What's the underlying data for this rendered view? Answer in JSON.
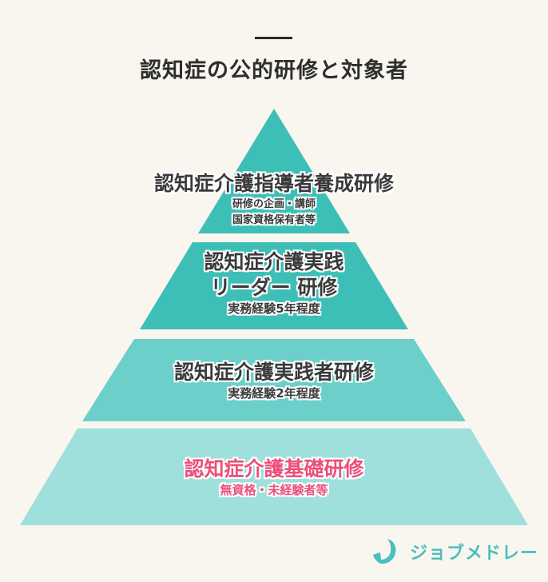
{
  "title": "認知症の公的研修と対象者",
  "colors": {
    "background": "#f9f6f0",
    "tier1": "#3dbfb7",
    "tier2": "#3dbfb7",
    "tier3": "#6ccfca",
    "tier4": "#9fdfdc",
    "text_dark": "#3a3a3a",
    "text_pink": "#ec4f7a",
    "brand": "#4bbfba"
  },
  "tiers": [
    {
      "title_lines": [
        "認知症介護指導者養成研修"
      ],
      "subtitle_lines": [
        "研修の企画・講師",
        "国家資格保有者等"
      ]
    },
    {
      "title_lines": [
        "認知症介護実践",
        "リーダー 研修"
      ],
      "subtitle_lines": [
        "実務経験5年程度"
      ]
    },
    {
      "title_lines": [
        "認知症介護実践者研修"
      ],
      "subtitle_lines": [
        "実務経験2年程度"
      ]
    },
    {
      "title_lines": [
        "認知症介護基礎研修"
      ],
      "subtitle_lines": [
        "無資格・未経験者等"
      ]
    }
  ],
  "logo": {
    "icon": "job-medley-j-icon",
    "text": "ジョブメドレー"
  }
}
